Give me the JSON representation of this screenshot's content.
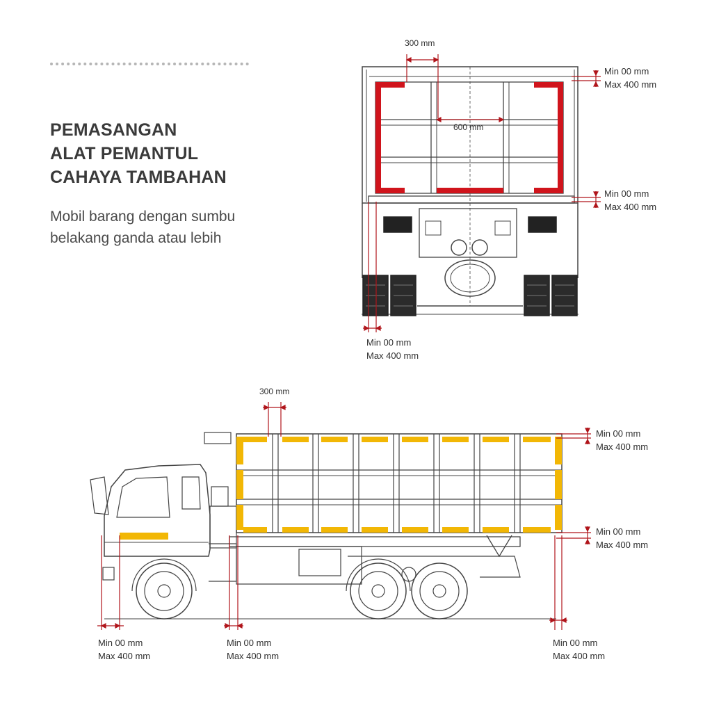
{
  "heading": {
    "title_lines": [
      "PEMASANGAN",
      "ALAT PEMANTUL",
      "CAHAYA TAMBAHAN"
    ],
    "subtitle": "Mobil barang dengan sumbu belakang ganda atau lebih"
  },
  "rear_view": {
    "dim_top": "300 mm",
    "dim_middle": "600 mm",
    "top_right_label": {
      "min": "Min 00 mm",
      "max": "Max 400 mm"
    },
    "bottom_right_label": {
      "min": "Min 00 mm",
      "max": "Max 400 mm"
    },
    "bottom_left_label": {
      "min": "Min 00 mm",
      "max": "Max 400 mm"
    }
  },
  "side_view": {
    "dim_top": "300 mm",
    "top_right_label": {
      "min": "Min 00 mm",
      "max": "Max 400 mm"
    },
    "lower_right_label": {
      "min": "Min 00 mm",
      "max": "Max 400 mm"
    },
    "bottom_labels": [
      {
        "min": "Min 00 mm",
        "max": "Max 400 mm"
      },
      {
        "min": "Min 00 mm",
        "max": "Max 400 mm"
      },
      {
        "min": "Min 00 mm",
        "max": "Max 400 mm"
      }
    ]
  },
  "colors": {
    "rear_reflector": "#d0141c",
    "side_reflector": "#f2b705",
    "dimension_line": "#b0151b",
    "outline": "#444444"
  }
}
